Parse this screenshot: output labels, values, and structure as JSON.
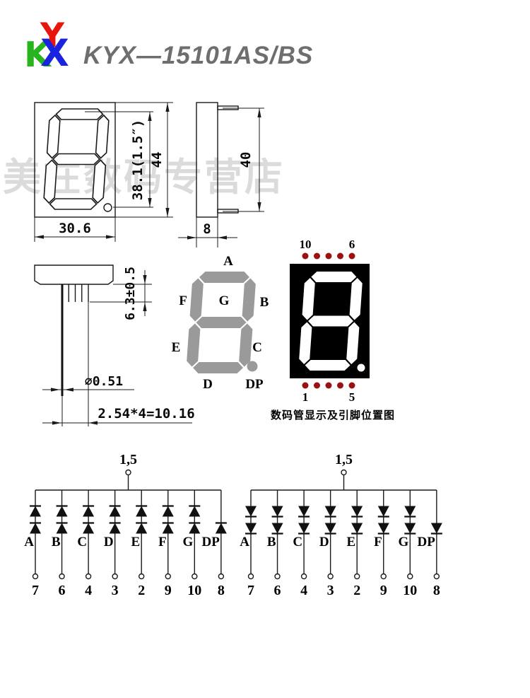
{
  "header": {
    "title": "KYX—15101AS/BS",
    "logo": {
      "y": "Y",
      "k": "K",
      "x": "X",
      "y_color": "#e8150d",
      "k_color": "#28b41e",
      "x_color": "#1a23dd"
    }
  },
  "watermark": "美在数码专营店",
  "views": {
    "front": {
      "digit_height": "38.1(1.5″)",
      "package_height": "44",
      "package_width": "30.6"
    },
    "side": {
      "height": "40",
      "depth": "8"
    },
    "pins": {
      "standoff": "6.3±0.5",
      "lead_diameter": "⌀0.51",
      "pitch": "2.54*4=10.16"
    }
  },
  "segment_diagram": {
    "a": "A",
    "b": "B",
    "c": "C",
    "d": "D",
    "e": "E",
    "f": "F",
    "g": "G",
    "dp": "DP"
  },
  "display_photo": {
    "pin_top_left": "10",
    "pin_top_right": "6",
    "pin_bottom_left": "1",
    "pin_bottom_right": "5",
    "dots_per_row": 5,
    "dot_color": "#9b1010",
    "caption": "数码管显示及引脚位置图"
  },
  "circuits": [
    {
      "name": "pin-circuit-left",
      "common_label": "1,5",
      "diode_direction": "up",
      "dp_single_diode": true,
      "branches": [
        {
          "label": "A",
          "pin": "7"
        },
        {
          "label": "B",
          "pin": "6"
        },
        {
          "label": "C",
          "pin": "4"
        },
        {
          "label": "D",
          "pin": "3"
        },
        {
          "label": "E",
          "pin": "2"
        },
        {
          "label": "F",
          "pin": "9"
        },
        {
          "label": "G",
          "pin": "10"
        },
        {
          "label": "DP",
          "pin": "8"
        }
      ]
    },
    {
      "name": "pin-circuit-right",
      "common_label": "1,5",
      "diode_direction": "down",
      "dp_single_diode": true,
      "branches": [
        {
          "label": "A",
          "pin": "7"
        },
        {
          "label": "B",
          "pin": "6"
        },
        {
          "label": "C",
          "pin": "4"
        },
        {
          "label": "D",
          "pin": "3"
        },
        {
          "label": "E",
          "pin": "2"
        },
        {
          "label": "F",
          "pin": "9"
        },
        {
          "label": "G",
          "pin": "10"
        },
        {
          "label": "DP",
          "pin": "8"
        }
      ]
    }
  ]
}
